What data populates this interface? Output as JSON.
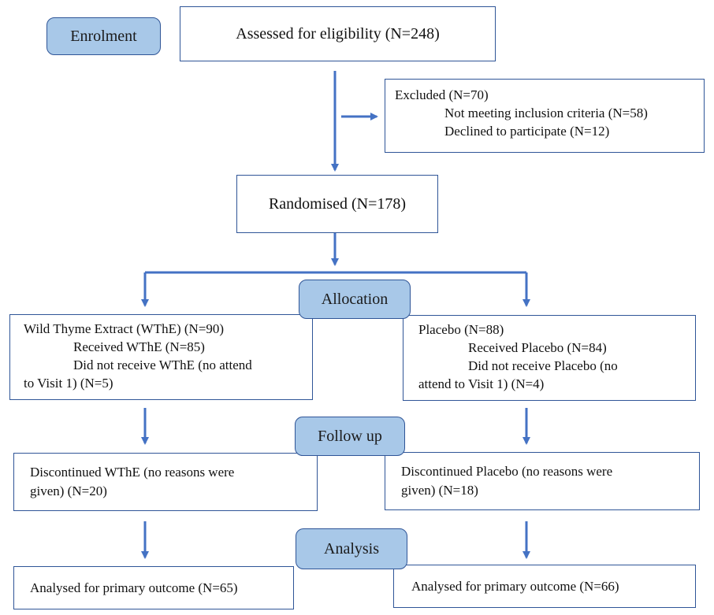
{
  "stages": {
    "enrolment": "Enrolment",
    "allocation": "Allocation",
    "follow_up": "Follow up",
    "analysis": "Analysis"
  },
  "assessed": "Assessed for eligibility (N=248)",
  "excluded": {
    "title": "Excluded (N=70)",
    "reason1": "Not meeting inclusion criteria (N=58)",
    "reason2": "Declined to participate (N=12)"
  },
  "randomised": "Randomised (N=178)",
  "left_arm": {
    "allocation": {
      "title": "Wild Thyme Extract (WThE) (N=90)",
      "line1": "Received WThE (N=85)",
      "line2": "Did not receive WThE (no attend",
      "line3": "to Visit 1) (N=5)"
    },
    "followup": {
      "line1": "Discontinued WThE (no reasons were",
      "line2": "given) (N=20)"
    },
    "analysis": "Analysed for primary outcome (N=65)"
  },
  "right_arm": {
    "allocation": {
      "title": "Placebo (N=88)",
      "line1": "Received Placebo (N=84)",
      "line2": "Did not receive Placebo (no",
      "line3": "attend to Visit 1) (N=4)"
    },
    "followup": {
      "line1": "Discontinued Placebo (no reasons were",
      "line2": "given) (N=18)"
    },
    "analysis": "Analysed for primary outcome (N=66)"
  },
  "colors": {
    "arrow": "#4472c4",
    "stage_fill": "#a8c8e8",
    "border": "#2f5597"
  }
}
